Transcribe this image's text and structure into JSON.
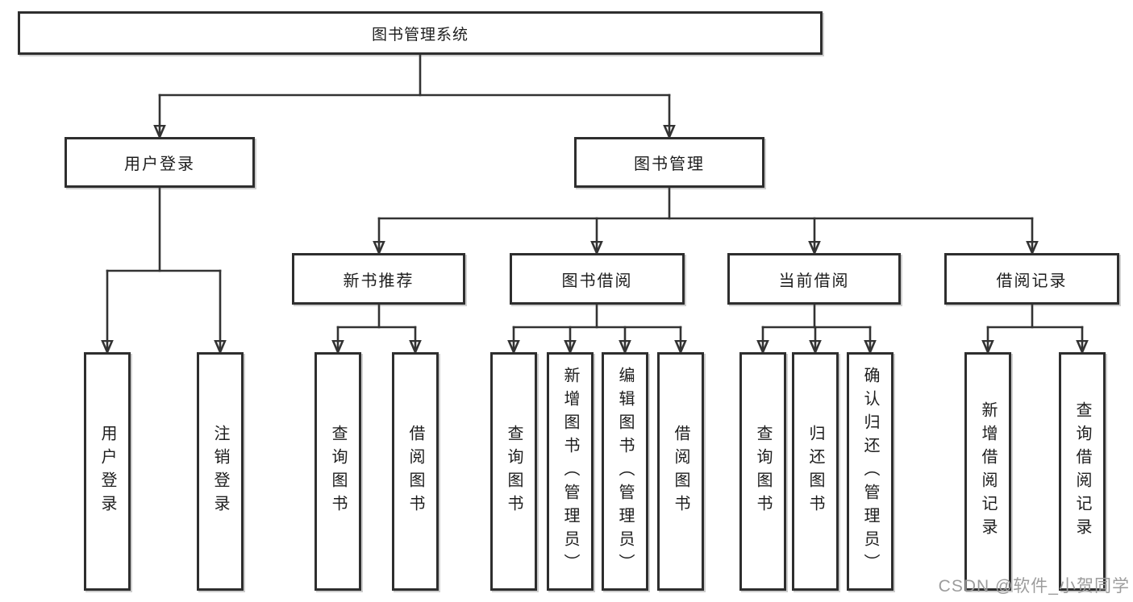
{
  "tree": {
    "root": "图书管理系统",
    "children": [
      {
        "label": "用户登录",
        "children": [
          "用户登录",
          "注销登录"
        ]
      },
      {
        "label": "图书管理",
        "children": [
          {
            "label": "新书推荐",
            "children": [
              "查询图书",
              "借阅图书"
            ]
          },
          {
            "label": "图书借阅",
            "children": [
              "查询图书",
              "新增图书（管理员）",
              "编辑图书（管理员）",
              "借阅图书"
            ]
          },
          {
            "label": "当前借阅",
            "children": [
              "查询图书",
              "归还图书",
              "确认归还（管理员）"
            ]
          },
          {
            "label": "借阅记录",
            "children": [
              "新增借阅记录",
              "查询借阅记录"
            ]
          }
        ]
      }
    ]
  },
  "watermark": "CSDN @软件_小贺同学",
  "colors": {
    "line": "#333333",
    "box_border": "#2e2e2e",
    "text": "#1d1d1d",
    "watermark": "#9c9c9c",
    "background": "#ffffff"
  }
}
